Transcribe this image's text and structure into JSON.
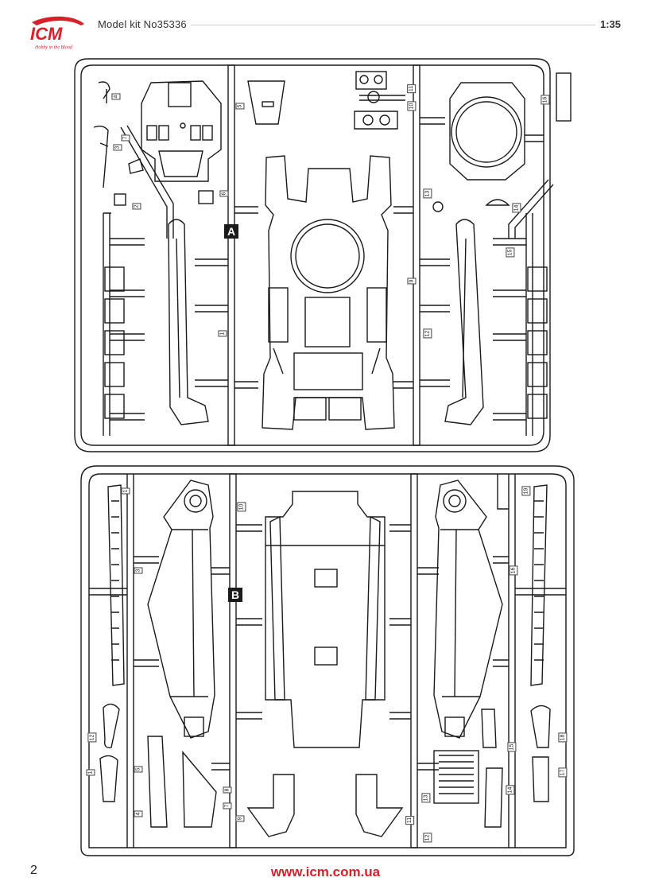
{
  "header": {
    "brand": "ICM",
    "tagline": "Hobby in the Blood",
    "model_title": "Model kit No35336",
    "scale": "1:35"
  },
  "sprue_a": {
    "letter": "A",
    "part_numbers": [
      "4",
      "7",
      "3",
      "2",
      "5",
      "6",
      "11",
      "10",
      "16",
      "13",
      "14",
      "15",
      "12",
      "9",
      "1"
    ]
  },
  "sprue_b": {
    "letter": "B",
    "part_numbers": [
      "1",
      "3",
      "10",
      "19",
      "16",
      "12",
      "1",
      "5",
      "4",
      "7",
      "8",
      "9",
      "11",
      "13",
      "12",
      "15",
      "14",
      "18",
      "17"
    ]
  },
  "footer": {
    "page_number": "2",
    "url": "www.icm.com.ua"
  },
  "colors": {
    "accent": "#d8202a",
    "line": "#1a1a1a"
  }
}
